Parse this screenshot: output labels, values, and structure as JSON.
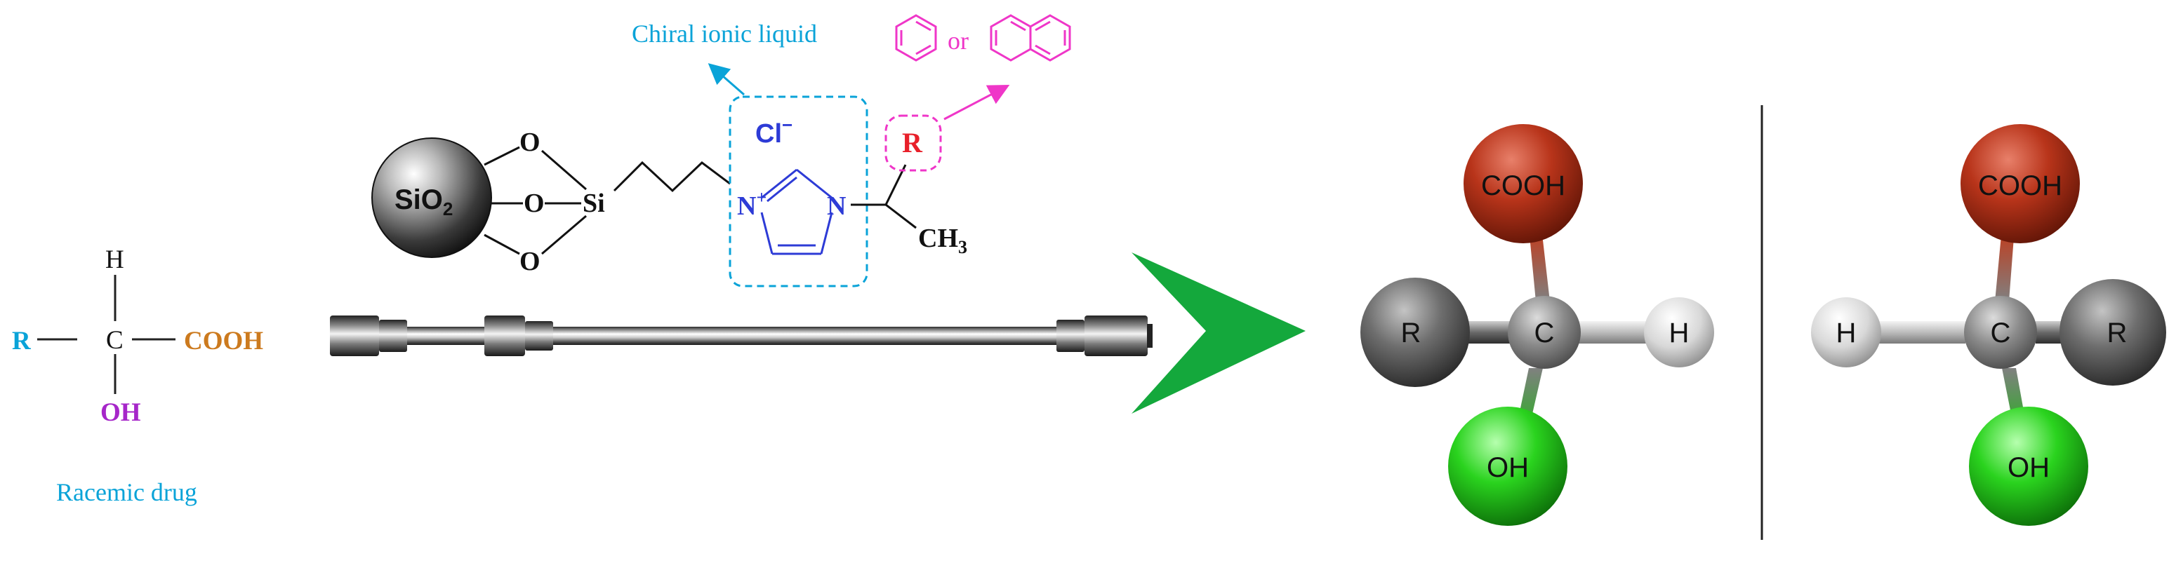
{
  "racemic": {
    "r": "R",
    "h": "H",
    "c": "C",
    "cooh": "COOH",
    "oh": "OH",
    "caption": "Racemic drug"
  },
  "selector": {
    "chiral_label": "Chiral ionic liquid",
    "or": "or",
    "sio2_base": "SiO",
    "sio2_sub": "2",
    "o": "O",
    "si": "Si",
    "chloride": "Cl",
    "chloride_charge": "−",
    "n_plus": "N",
    "n_plus_charge": "+",
    "n": "N",
    "r": "R",
    "ch3_base": "CH",
    "ch3_sub": "3"
  },
  "enantiomers": {
    "left": {
      "cooh": "COOH",
      "c": "C",
      "r": "R",
      "h": "H",
      "oh": "OH"
    },
    "right": {
      "cooh": "COOH",
      "c": "C",
      "r": "R",
      "h": "H",
      "oh": "OH"
    }
  },
  "colors": {
    "cyan": "#0aa3d8",
    "orange": "#cc7a1e",
    "purple": "#a626c9",
    "magenta": "#ef36c8",
    "blue": "#2d3bd6",
    "red_label": "#e8202a",
    "arrow_green": "#14a83c",
    "cooh_ball": "#b8341a",
    "oh_ball": "#2ad31e"
  },
  "icons": [
    "benzene-ring-icon",
    "naphthalene-icon",
    "hplc-column-icon",
    "forward-arrow-icon"
  ]
}
